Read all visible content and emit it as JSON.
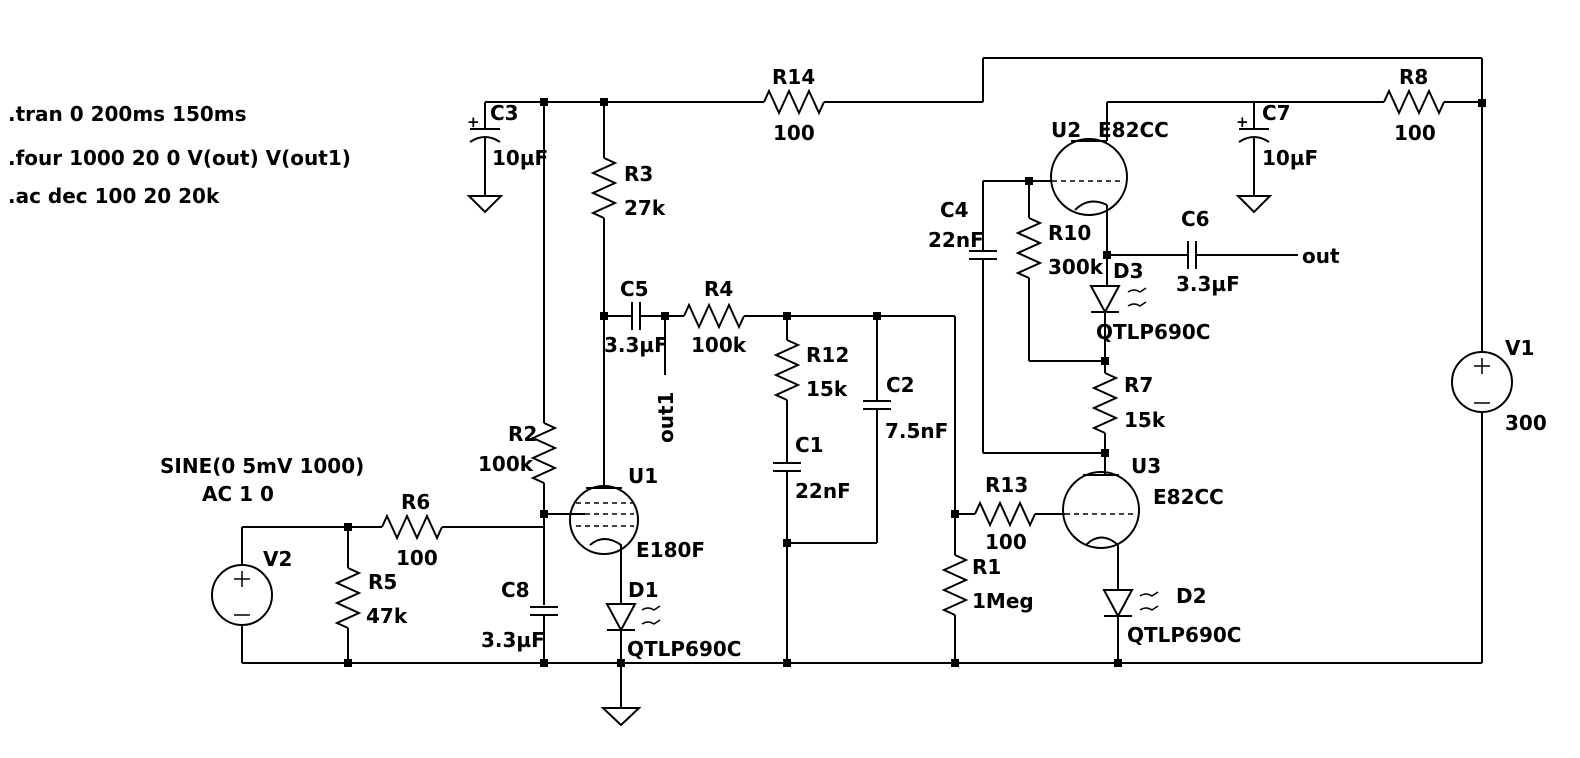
{
  "directives": [
    ".tran 0 200ms 150ms",
    ".four 1000 20 0 V(out) V(out1)",
    ".ac dec 100 20 20k"
  ],
  "components": {
    "R14": {
      "name": "R14",
      "value": "100"
    },
    "R8": {
      "name": "R8",
      "value": "100"
    },
    "R3": {
      "name": "R3",
      "value": "27k"
    },
    "R4": {
      "name": "R4",
      "value": "100k"
    },
    "R12": {
      "name": "R12",
      "value": "15k"
    },
    "R10": {
      "name": "R10",
      "value": "300k"
    },
    "R7": {
      "name": "R7",
      "value": "15k"
    },
    "R2": {
      "name": "R2",
      "value": "100k"
    },
    "R6": {
      "name": "R6",
      "value": "100"
    },
    "R5": {
      "name": "R5",
      "value": "47k"
    },
    "R13": {
      "name": "R13",
      "value": "100"
    },
    "R1": {
      "name": "R1",
      "value": "1Meg"
    },
    "C3": {
      "name": "C3",
      "value": "10µF"
    },
    "C7": {
      "name": "C7",
      "value": "10µF"
    },
    "C5": {
      "name": "C5",
      "value": "3.3µF"
    },
    "C4": {
      "name": "C4",
      "value": "22nF"
    },
    "C6": {
      "name": "C6",
      "value": "3.3µF"
    },
    "C2": {
      "name": "C2",
      "value": "7.5nF"
    },
    "C1": {
      "name": "C1",
      "value": "22nF"
    },
    "C8": {
      "name": "C8",
      "value": "3.3µF"
    },
    "U1": {
      "name": "U1",
      "value": "E180F"
    },
    "U2": {
      "name": "U2",
      "value": "E82CC"
    },
    "U3": {
      "name": "U3",
      "value": "E82CC"
    },
    "D1": {
      "name": "D1",
      "value": "QTLP690C"
    },
    "D2": {
      "name": "D2",
      "value": "QTLP690C"
    },
    "D3": {
      "name": "D3",
      "value": "QTLP690C"
    },
    "V1": {
      "name": "V1",
      "value": "300"
    },
    "V2": {
      "name": "V2",
      "value_line1": "SINE(0 5mV 1000)",
      "value_line2": "AC 1 0"
    }
  },
  "nets": {
    "out": "out",
    "out1": "out1"
  }
}
